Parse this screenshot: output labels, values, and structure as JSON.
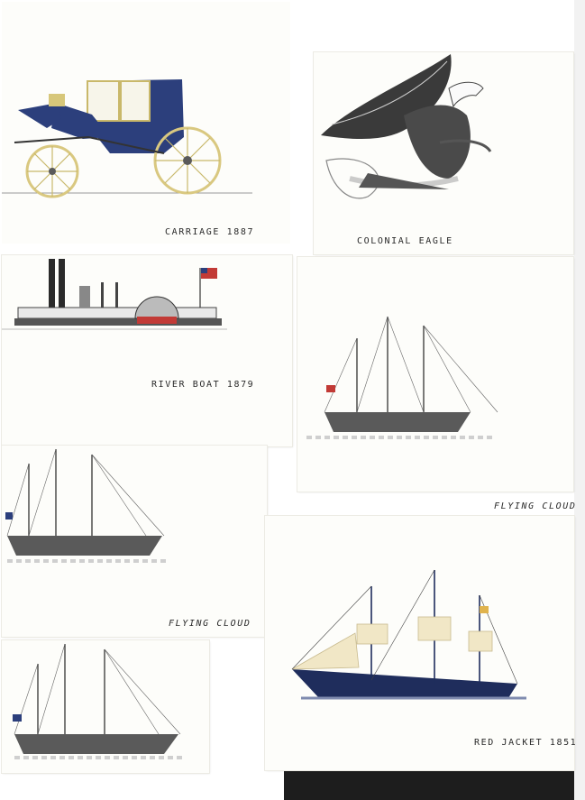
{
  "cards": {
    "carriage": {
      "caption": "CARRIAGE 1887"
    },
    "eagle": {
      "caption": "COLONIAL EAGLE"
    },
    "riverboat": {
      "caption": "RIVER BOAT 1879"
    },
    "flying_cloud_a": {
      "caption": "FLYING CLOUD"
    },
    "flying_cloud_b": {
      "caption": "FLYING CLOUD"
    },
    "flying_cloud_c": {
      "caption": ""
    },
    "red_jacket": {
      "caption": "RED JACKET 1851"
    }
  },
  "colors": {
    "carriage_blue": "#2c3f7c",
    "wheel_yellow": "#d9c880",
    "ship_hull": "#3a3a3a",
    "red_jacket_hull": "#1f2d5c",
    "sail_cream": "#f1e7c6",
    "flag_red": "#c23a36"
  }
}
